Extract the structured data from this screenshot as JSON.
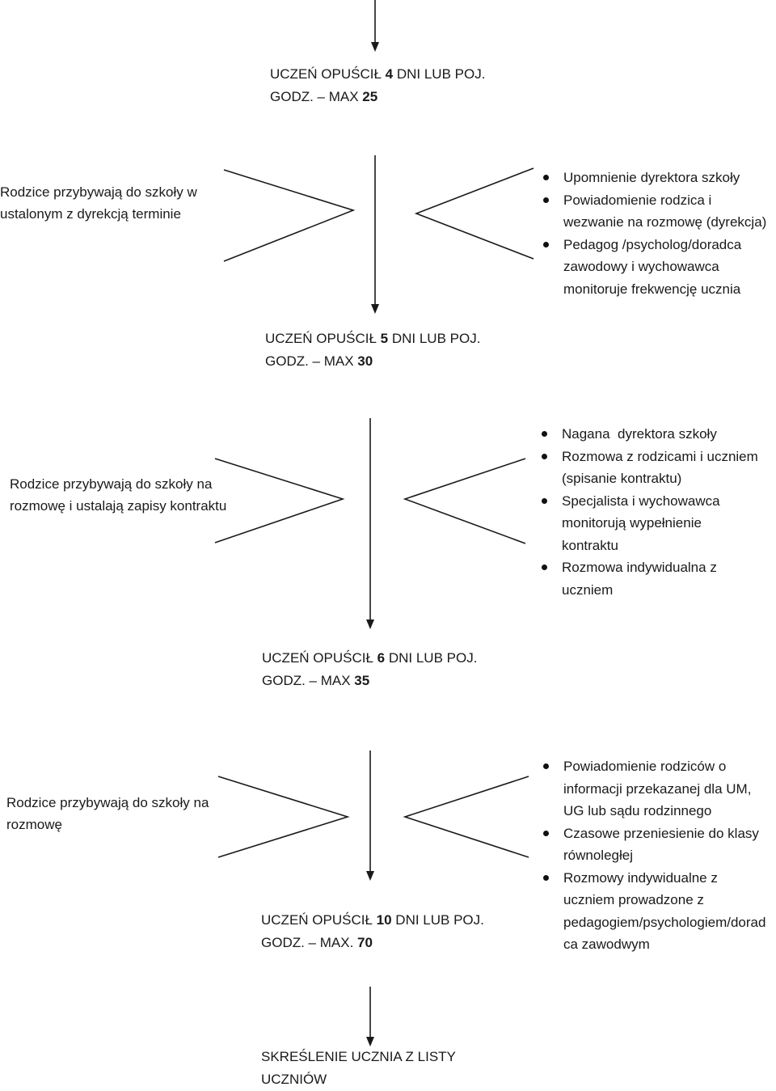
{
  "steps": [
    {
      "title": {
        "prefix": "UCZEŃ OPUŚCIŁ ",
        "days": "4",
        "middle": " DNI LUB POJ.",
        "line2": "GODZ. – MAX ",
        "max": "25"
      },
      "parents": "Rodzice przybywają do szkoły w\nustalonym z dyrekcją terminie",
      "actions": [
        "Upomnienie dyrektora szkoły",
        "Powiadomienie rodzica i\nwezwanie na rozmowę (dyrekcja)",
        "Pedagog /psycholog/doradca\nzawodowy i wychowawca\nmonitoruje frekwencję ucznia"
      ]
    },
    {
      "title": {
        "prefix": "UCZEŃ OPUŚCIŁ ",
        "days": "5",
        "middle": " DNI LUB POJ.",
        "line2": "GODZ. – MAX ",
        "max": "30"
      },
      "parents": "Rodzice przybywają do szkoły na\nrozmowę i ustalają zapisy kontraktu",
      "actions": [
        "Nagana  dyrektora szkoły",
        "Rozmowa z rodzicami i uczniem\n(spisanie kontraktu)",
        "Specjalista i wychowawca\nmonitorują wypełnienie\nkontraktu",
        "Rozmowa indywidualna z\nuczniem"
      ]
    },
    {
      "title": {
        "prefix": "UCZEŃ OPUŚCIŁ ",
        "days": "6",
        "middle": " DNI LUB POJ.",
        "line2": "GODZ. – MAX ",
        "max": "35"
      },
      "parents": "Rodzice przybywają do szkoły na\nrozmowę",
      "actions": [
        "Powiadomienie rodziców o\ninformacji przekazanej dla UM,\nUG lub sądu rodzinnego",
        "Czasowe przeniesienie do klasy\nrównoległej",
        "Rozmowy indywidualne z\nuczniem prowadzone z\npedagogiem/psychologiem/dorad\nca zawodwym"
      ]
    },
    {
      "title": {
        "prefix": "UCZEŃ OPUŚCIŁ ",
        "days": "10",
        "middle": " DNI LUB POJ.",
        "line2": "GODZ. – MAX. ",
        "max": "70"
      }
    }
  ],
  "final": "SKREŚLENIE UCZNIA Z LISTY\nUCZNIÓW"
}
